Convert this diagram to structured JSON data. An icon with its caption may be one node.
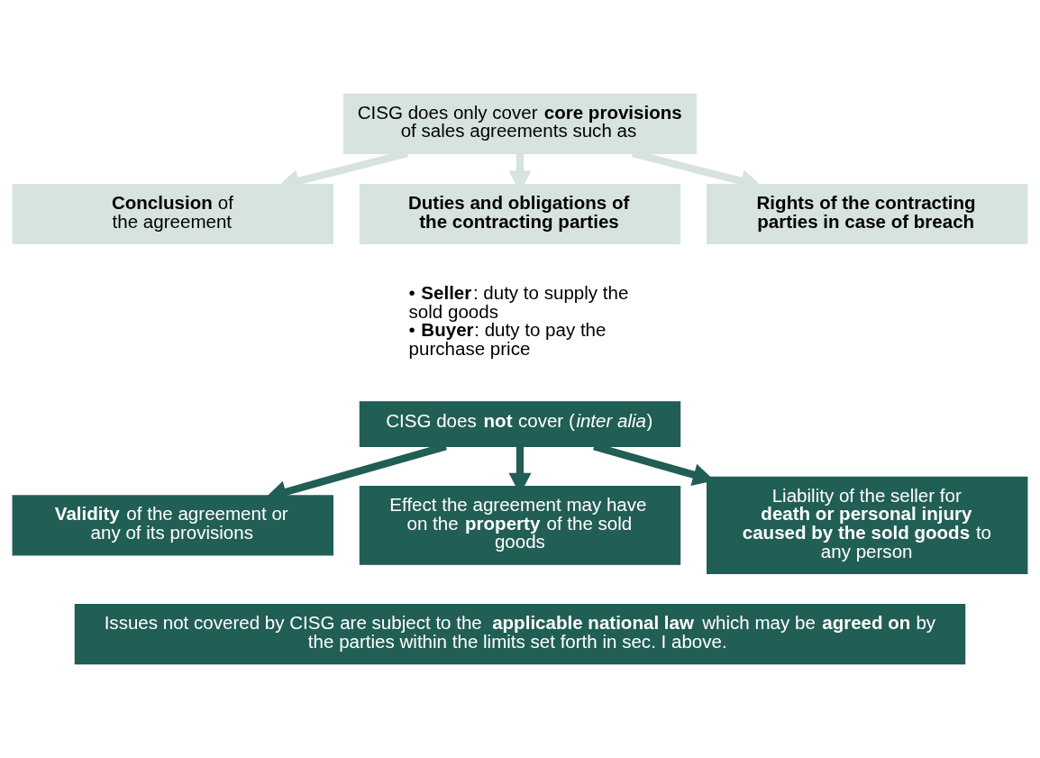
{
  "diagram": {
    "nodes": [
      {
        "text": [
          "CISG does only cover **core provisions** of sales agreements such as"
        ]
      },
      {
        "text": [
          "**Conclusion** of the agreement"
        ]
      },
      {
        "text": [
          "Duties and obligations of the contracting parties"
        ],
        "beside": [
          "• **Seller**: duty to supply the sold goods",
          "• **Buyer**: duty to pay the purchase price"
        ]
      },
      {
        "text": [
          "Rights of the contracting parties in case of breach"
        ]
      },
      {
        "text": [
          "CISG does **not** cover (*inter alia*)"
        ]
      },
      {
        "text": [
          "**Validity** of the agreement or any of its provisions"
        ]
      },
      {
        "text": [
          "Effect the agreement may have on the **property** of the sold goods"
        ]
      },
      {
        "text": [
          "Liability of the seller for **death or personal injury caused by the sold goods** to any person"
        ]
      },
      {
        "text": [
          "Issues not covered by CISG are subject to the **applicable national law** which may be **agreed on** by the parties within the limits set forth in sec. I above."
        ]
      }
    ],
    "edges": [
      {
        "from": 0,
        "to": 1,
        "arrow": "to"
      },
      {
        "from": 0,
        "to": 2,
        "arrow": "to"
      },
      {
        "from": 0,
        "to": 3,
        "arrow": "to"
      },
      {
        "from": 4,
        "to": 5,
        "arrow": "to",
        "color": "#215e55"
      },
      {
        "from": 4,
        "to": 6,
        "arrow": "to",
        "color": "#215e55"
      },
      {
        "from": 4,
        "to": 7,
        "arrow": "to",
        "color": "#215e55"
      }
    ]
  }
}
